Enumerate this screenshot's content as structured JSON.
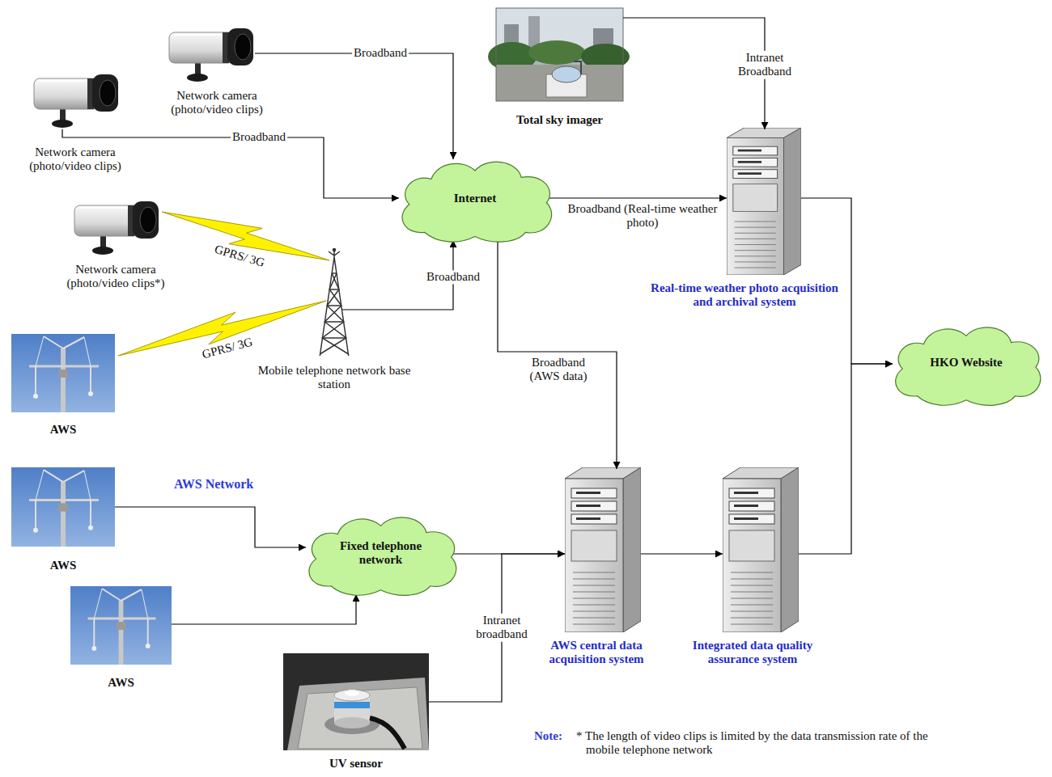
{
  "diagram": {
    "nodes": [
      {
        "text": [
          "Network camera (photo/video clips)"
        ]
      },
      {
        "text": [
          "Total sky imager"
        ]
      },
      {
        "text": [
          "Network camera (photo/video clips)"
        ]
      },
      {
        "text": [
          "Internet"
        ]
      },
      {
        "text": [
          "Network camera (photo/video clips*)"
        ]
      },
      {
        "text": [
          "Real-time weather photo acquisition and archival system"
        ]
      },
      {
        "text": [
          "Mobile telephone network base station"
        ]
      },
      {
        "text": [
          "AWS"
        ]
      },
      {
        "text": [
          "HKO Website"
        ]
      },
      {
        "text": [
          "AWS"
        ]
      },
      {
        "text": [
          "Fixed telephone network"
        ]
      },
      {
        "text": [
          "AWS"
        ]
      },
      {
        "text": [
          "UV sensor"
        ]
      },
      {
        "text": [
          "AWS central data acquisition system"
        ]
      },
      {
        "text": [
          "Integrated data quality assurance system"
        ]
      }
    ],
    "edges": [
      {
        "from": 0,
        "to": 3,
        "label": "Broadband",
        "arrow": "to"
      },
      {
        "from": 2,
        "to": 3,
        "label": "Broadband",
        "arrow": "to"
      },
      {
        "from": 4,
        "to": 6,
        "label": "GPRS/ 3G",
        "arrow": "none"
      },
      {
        "from": 7,
        "to": 6,
        "label": "GPRS/ 3G",
        "arrow": "none"
      },
      {
        "from": 6,
        "to": 3,
        "label": "Broadband",
        "arrow": "to"
      },
      {
        "from": 3,
        "to": 5,
        "label": "Broadband (Real-time weather photo)",
        "arrow": "to"
      },
      {
        "from": 1,
        "to": 5,
        "label": "Intranet Broadband",
        "arrow": "to"
      },
      {
        "from": 3,
        "to": 13,
        "label": "Broadband (AWS data)",
        "arrow": "to"
      },
      {
        "from": 9,
        "to": 10,
        "arrow": "to"
      },
      {
        "from": 11,
        "to": 10,
        "arrow": "to"
      },
      {
        "from": 10,
        "to": 13,
        "arrow": "to"
      },
      {
        "from": 12,
        "to": 13,
        "label": "Intranet broadband",
        "arrow": "to"
      },
      {
        "from": 13,
        "to": 14,
        "arrow": "to"
      },
      {
        "from": 5,
        "to": 8,
        "arrow": "to"
      },
      {
        "from": 14,
        "to": 8,
        "arrow": "to"
      }
    ],
    "labels": [
      "AWS Network",
      "Note:",
      "* The length of video clips is limited by the data transmission rate of the mobile telephone network"
    ]
  }
}
